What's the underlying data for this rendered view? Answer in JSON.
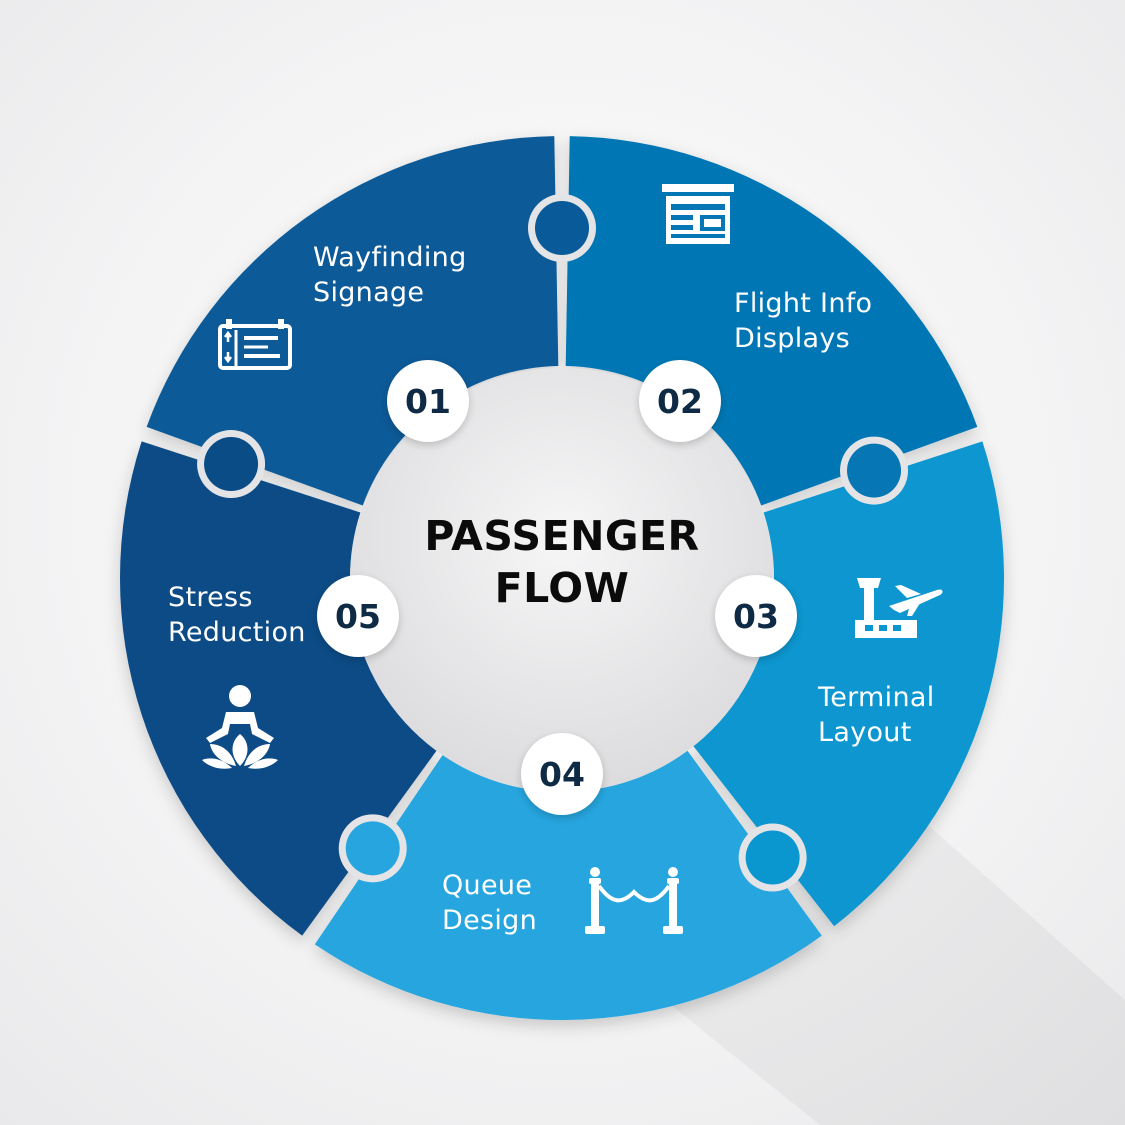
{
  "title": {
    "line1": "PASSENGER",
    "line2": "FLOW"
  },
  "colors": {
    "segment_01": "#085a98",
    "segment_02": "#0677b4",
    "segment_03": "#0a96cf",
    "segment_04": "#27a5de",
    "segment_05": "#0a4c86",
    "badge_text": "#0f2a44"
  },
  "segments": [
    {
      "number": "01",
      "label_line1": "Wayfinding",
      "label_line2": "Signage",
      "icon": "direction-sign-icon"
    },
    {
      "number": "02",
      "label_line1": "Flight Info",
      "label_line2": "Displays",
      "icon": "flight-board-icon"
    },
    {
      "number": "03",
      "label_line1": "Terminal",
      "label_line2": "Layout",
      "icon": "airport-tower-icon"
    },
    {
      "number": "04",
      "label_line1": "Queue",
      "label_line2": "Design",
      "icon": "queue-barrier-icon"
    },
    {
      "number": "05",
      "label_line1": "Stress",
      "label_line2": "Reduction",
      "icon": "meditation-icon"
    }
  ]
}
